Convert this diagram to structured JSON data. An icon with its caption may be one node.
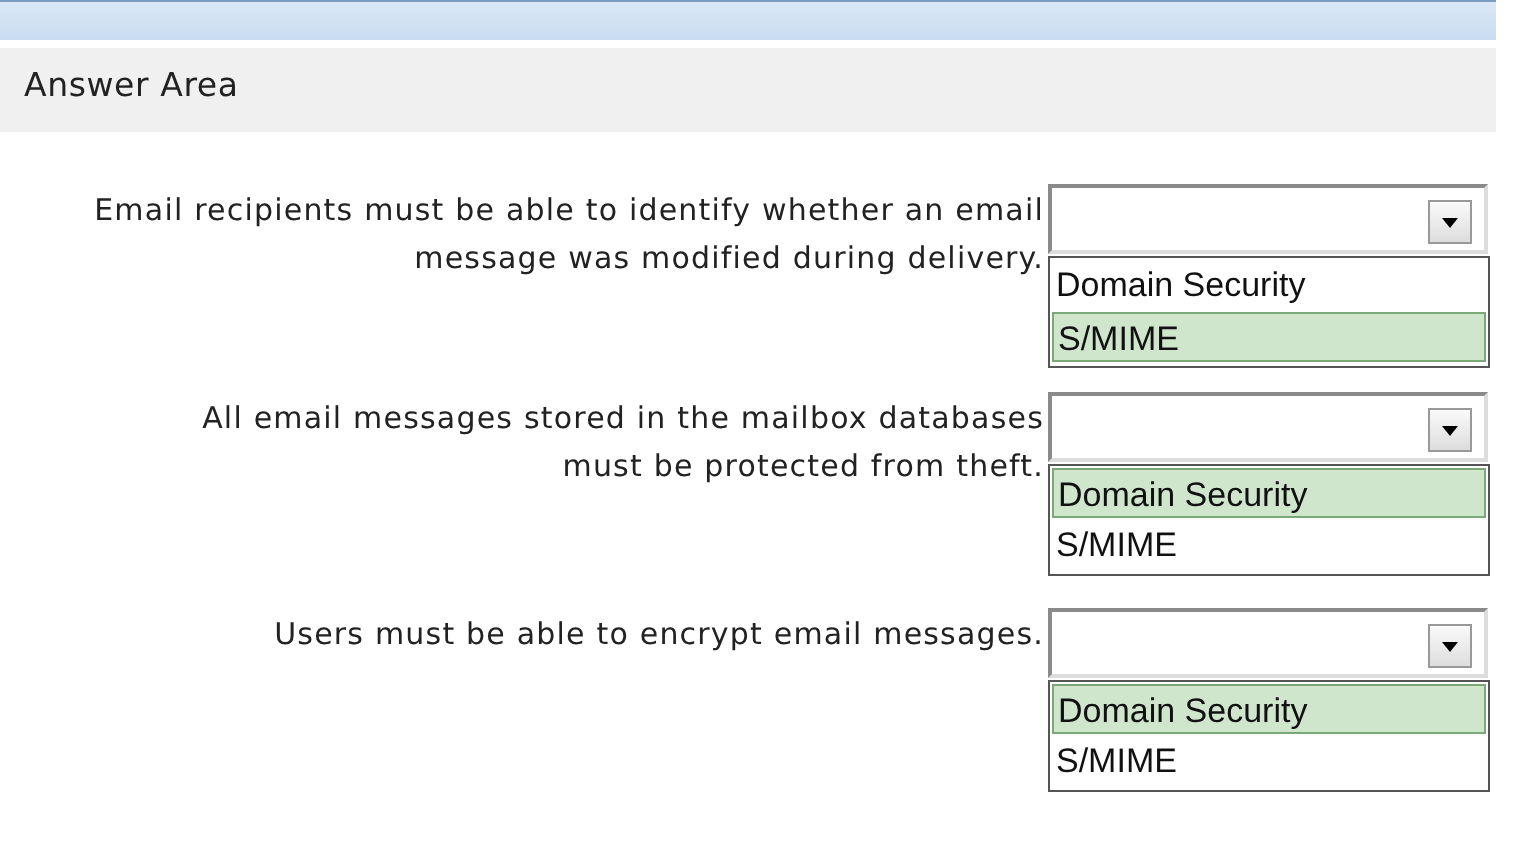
{
  "diagram": {
    "title": "Answer Area",
    "labels": [
      "Email recipients must be able to identify whether an email message was modified during delivery.",
      "Domain Security",
      "S/MIME",
      "All email messages stored in the mailbox databases must be protected from theft.",
      "Domain Security",
      "S/MIME",
      "Users must be able to encrypt email messages.",
      "Domain Security",
      "S/MIME"
    ]
  }
}
